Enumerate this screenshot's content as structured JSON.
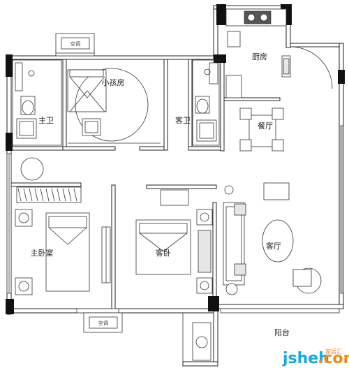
{
  "rooms": {
    "kitchen": "厨房",
    "child_room": "小孩房",
    "master_bath": "主卫",
    "guest_bath": "客卫",
    "dining": "餐厅",
    "master_bedroom": "主卧室",
    "guest_bedroom": "客卧",
    "living_room": "客厅",
    "balcony": "阳台"
  },
  "ac_units": {
    "top": "空调",
    "bottom": "空调"
  },
  "watermark": {
    "brand_left": "jsheh",
    "brand_right": ".com",
    "tag": "家居汇"
  },
  "colors": {
    "wall": "#222222",
    "pillar": "#111111",
    "brand_blue": "#19a9e0",
    "brand_orange": "#ef8a1e"
  }
}
